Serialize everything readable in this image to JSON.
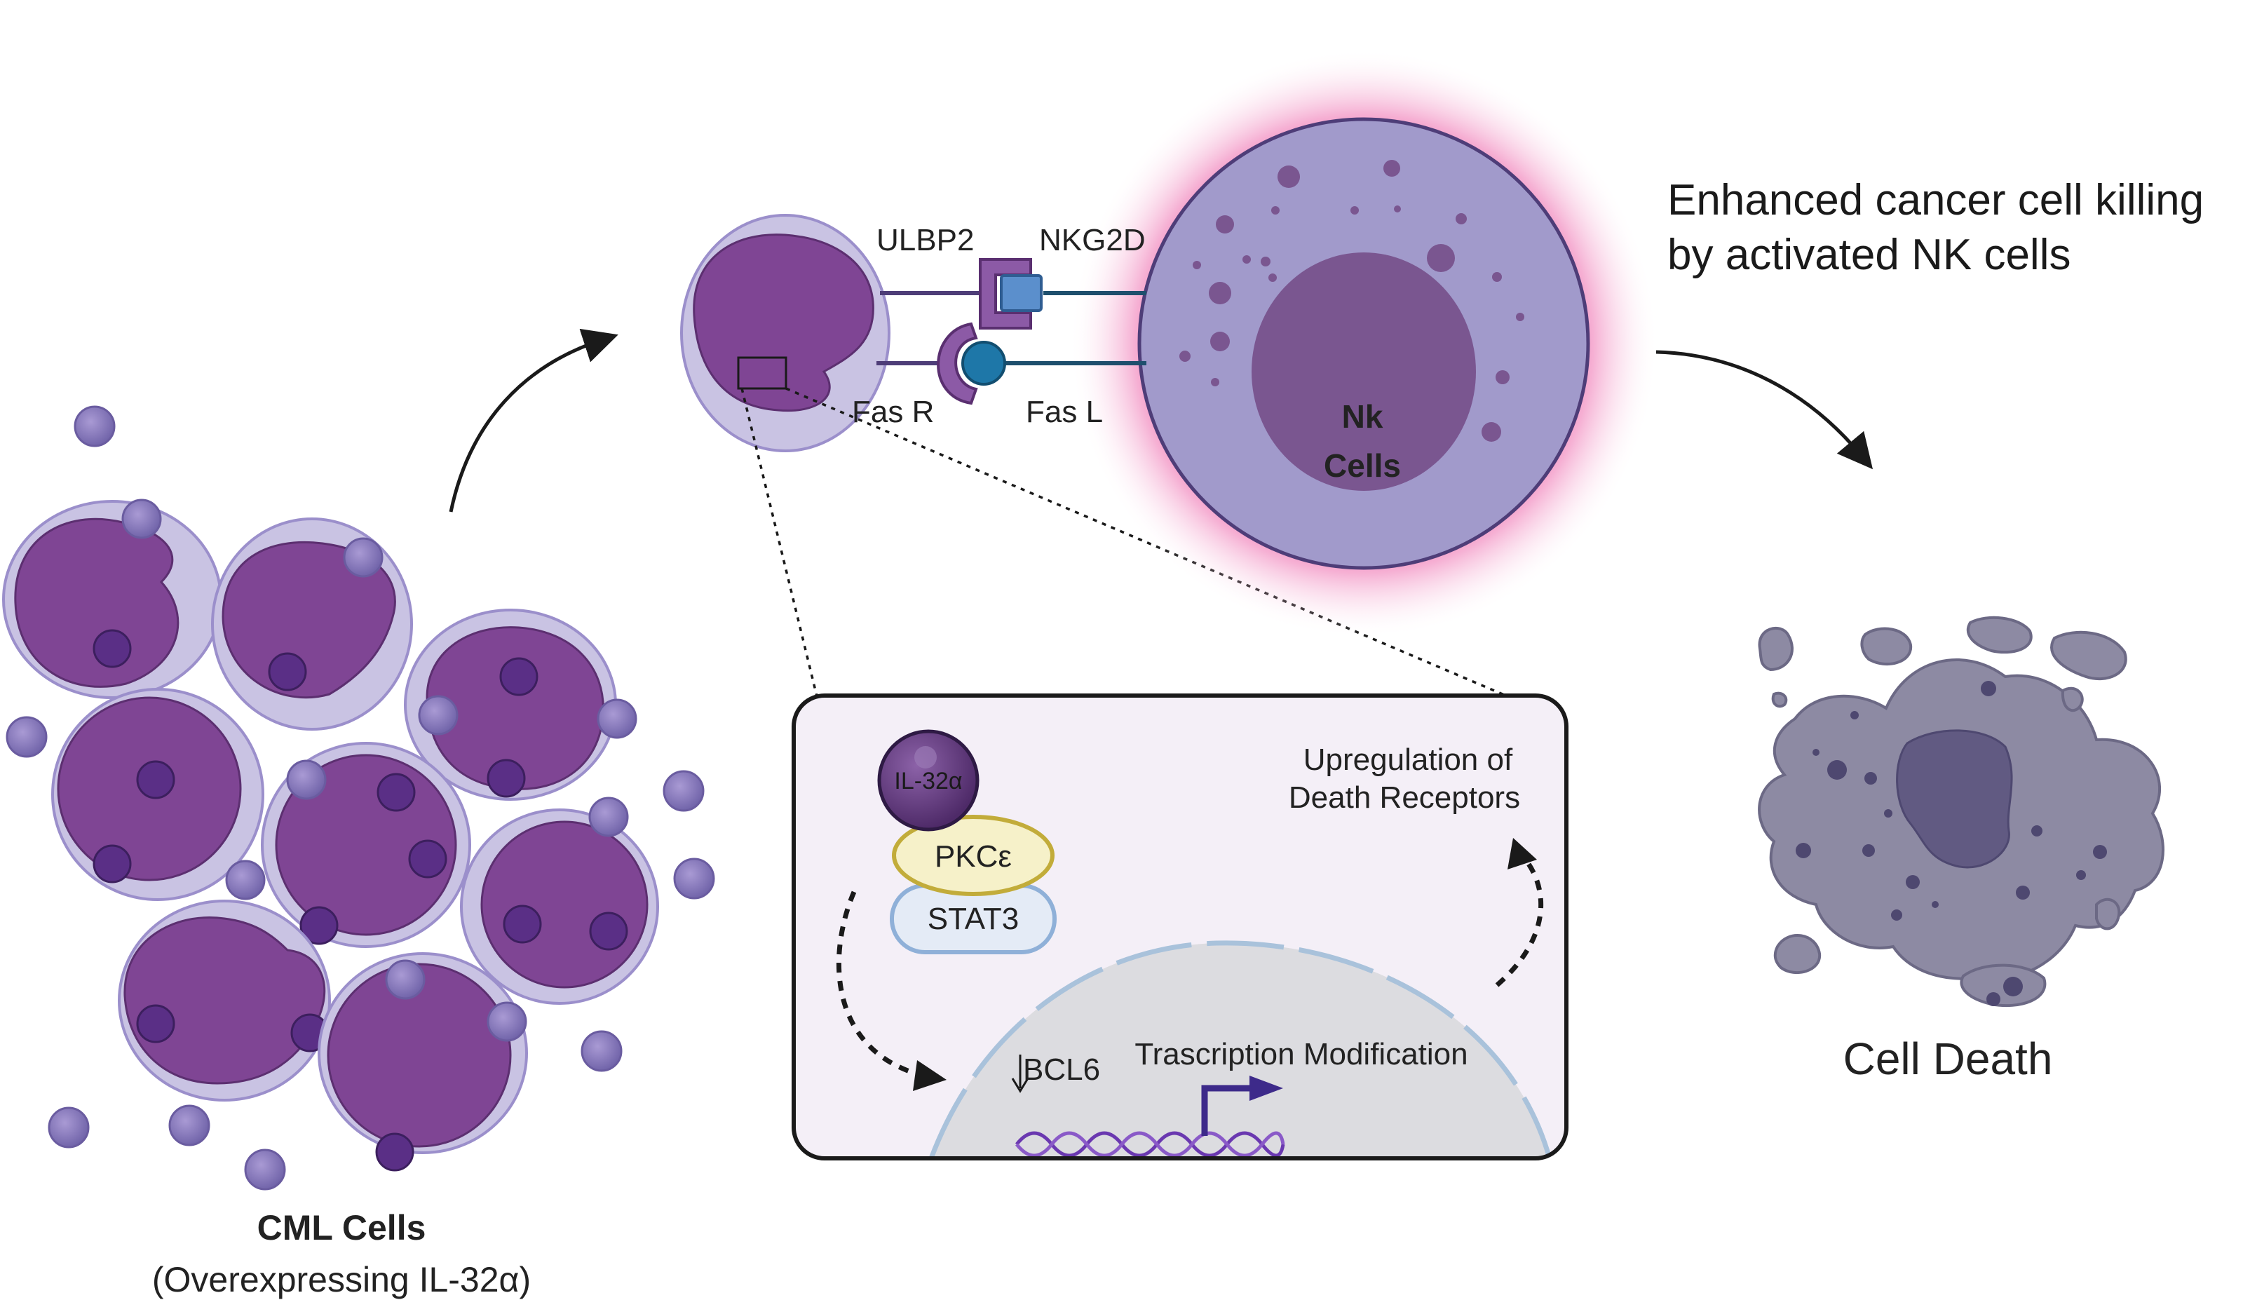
{
  "labels": {
    "ulbp2": "ULBP2",
    "nkg2d": "NKG2D",
    "fas_r": "Fas R",
    "fas_l": "Fas L",
    "nk_line1": "Nk",
    "nk_line2": "Cells",
    "enhanced_line1": "Enhanced cancer cell killing",
    "enhanced_line2": "by activated NK cells",
    "il32": "IL-32α",
    "pkc": "PKCε",
    "stat3": "STAT3",
    "upreg_line1": "Upregulation of",
    "upreg_line2": "Death Receptors",
    "bcl6": "BCL6",
    "transcription": "Trascription Modification",
    "cell_death": "Cell Death",
    "cml_title": "CML Cells",
    "cml_subtitle": "(Overexpressing IL-32α)"
  },
  "colors": {
    "cell_outer": "#c9c3e3",
    "cell_nucleus": "#7f4594",
    "granule": "#9a8cc9",
    "nk_body": "#a19acb",
    "nk_nucleus": "#7a5690",
    "nk_glow": "#e8489a",
    "receptor_purple": "#8c5aa6",
    "receptor_blue": "#5b8fcc",
    "fasl_teal": "#1e77a8",
    "dead_cell": "#8d8aa3",
    "dead_nucleus": "#615a82",
    "il32_ball": "#6a3d86",
    "pkc_fill": "#f6f1c9",
    "pkc_stroke": "#c2ac3a",
    "stat3_fill": "#e4ebf6",
    "stat3_stroke": "#8fb0d8",
    "inset_bg": "#f4eff7",
    "nucleus_grey": "#dcdce0",
    "dna": "#6a38b0",
    "arrow_dark": "#1a1a1a"
  }
}
